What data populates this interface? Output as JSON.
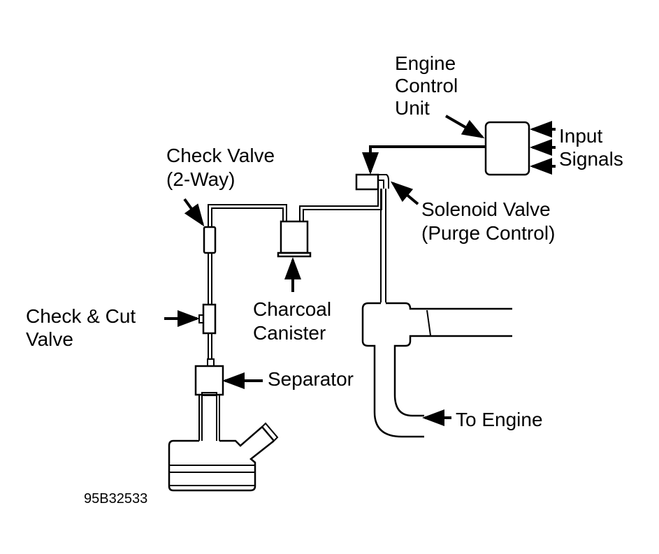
{
  "labels": {
    "ecu": [
      "Engine",
      "Control",
      "Unit"
    ],
    "input_signals": [
      "Input",
      "Signals"
    ],
    "check_valve": [
      "Check Valve",
      "(2-Way)"
    ],
    "solenoid_valve": [
      "Solenoid Valve",
      "(Purge Control)"
    ],
    "charcoal_canister": [
      "Charcoal",
      "Canister"
    ],
    "check_cut_valve": [
      "Check & Cut",
      "Valve"
    ],
    "separator": "Separator",
    "to_engine": "To Engine",
    "figure_code": "95B32533"
  }
}
